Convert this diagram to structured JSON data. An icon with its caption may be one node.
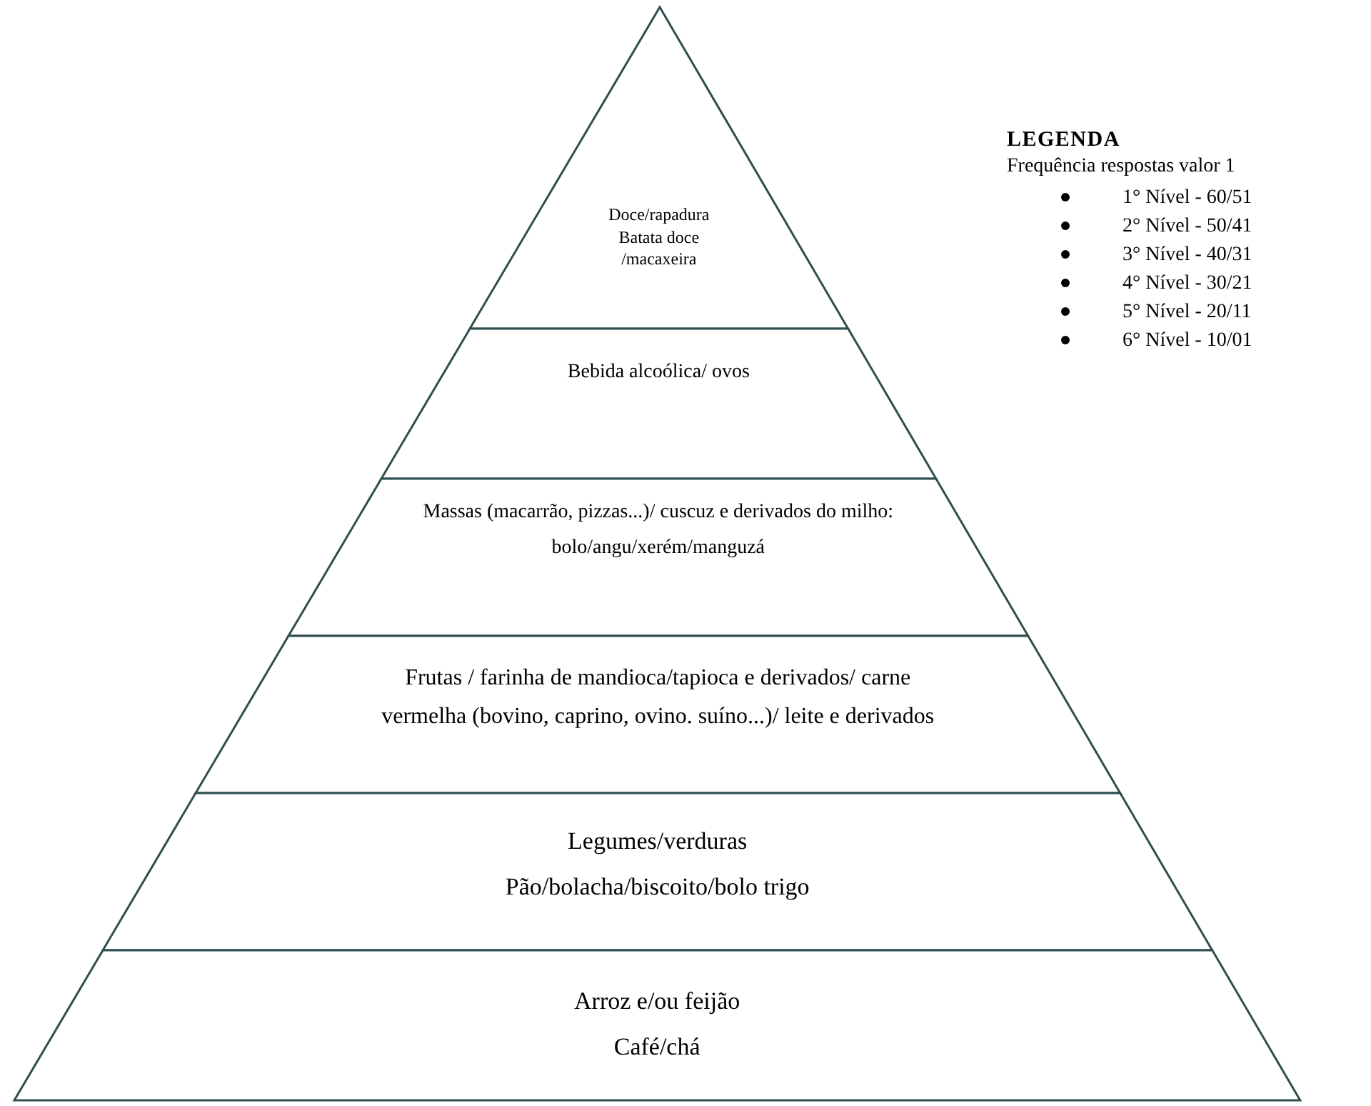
{
  "diagram": {
    "nodes": [
      {
        "text": [
          "Doce/rapadura",
          "Batata doce /macaxeira"
        ]
      },
      {
        "text": [
          "Bebida alcoólica/ ovos"
        ]
      },
      {
        "text": [
          "Massas (macarrão, pizzas...)/ cuscuz e derivados do milho: bolo/angu/xerém/manguzá"
        ]
      },
      {
        "text": [
          "Frutas / farinha de mandioca/tapioca e derivados/ carne vermelha (bovino, caprino, ovino. suíno...)/ leite e derivados"
        ]
      },
      {
        "text": [
          "Legumes/verduras",
          "Pão/bolacha/biscoito/bolo trigo"
        ]
      },
      {
        "text": [
          "Arroz e/ou feijão",
          "Café/chá"
        ]
      }
    ],
    "labels": [
      "LEGENDA",
      "Frequência respostas valor 1"
    ],
    "legend": [
      {
        "text": "1° Nível - 60/51"
      },
      {
        "text": "2° Nível - 50/41"
      },
      {
        "text": "3° Nível - 40/31"
      },
      {
        "text": "4° Nível - 30/21"
      },
      {
        "text": "5° Nível - 20/11"
      },
      {
        "text": "6° Nível - 10/01"
      }
    ]
  }
}
